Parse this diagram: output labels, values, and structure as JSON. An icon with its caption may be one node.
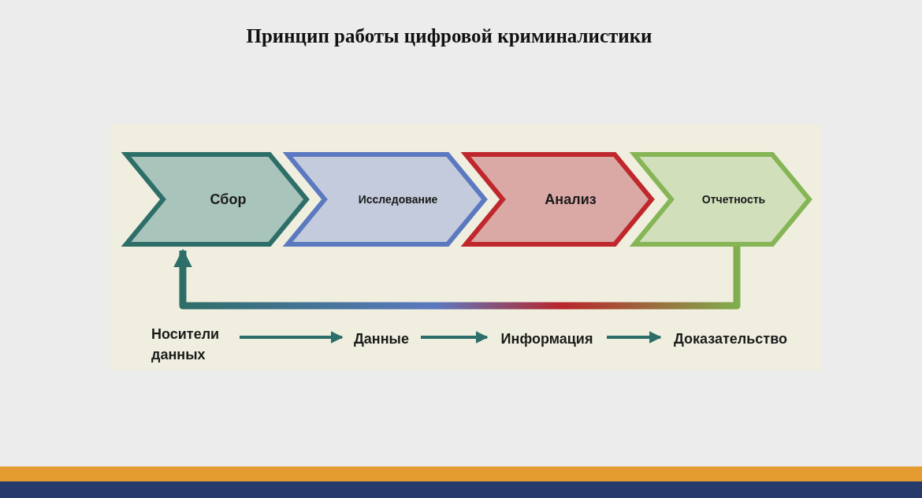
{
  "diagram": {
    "title": "Принцип работы цифровой криминалистики",
    "nodes": [
      {
        "text": [
          "Сбор"
        ]
      },
      {
        "text": [
          "Исследование"
        ]
      },
      {
        "text": [
          "Анализ"
        ]
      },
      {
        "text": [
          "Отчетность"
        ]
      },
      {
        "text": [
          "Носители данных"
        ]
      },
      {
        "text": [
          "Данные"
        ]
      },
      {
        "text": [
          "Информация"
        ]
      },
      {
        "text": [
          "Доказательство"
        ]
      }
    ],
    "edges": [
      {
        "from": 3,
        "to": 0,
        "arrow": "to",
        "style": "thick"
      },
      {
        "from": 4,
        "to": 5,
        "arrow": "to"
      },
      {
        "from": 5,
        "to": 6,
        "arrow": "to"
      },
      {
        "from": 6,
        "to": 7,
        "arrow": "to"
      }
    ]
  }
}
